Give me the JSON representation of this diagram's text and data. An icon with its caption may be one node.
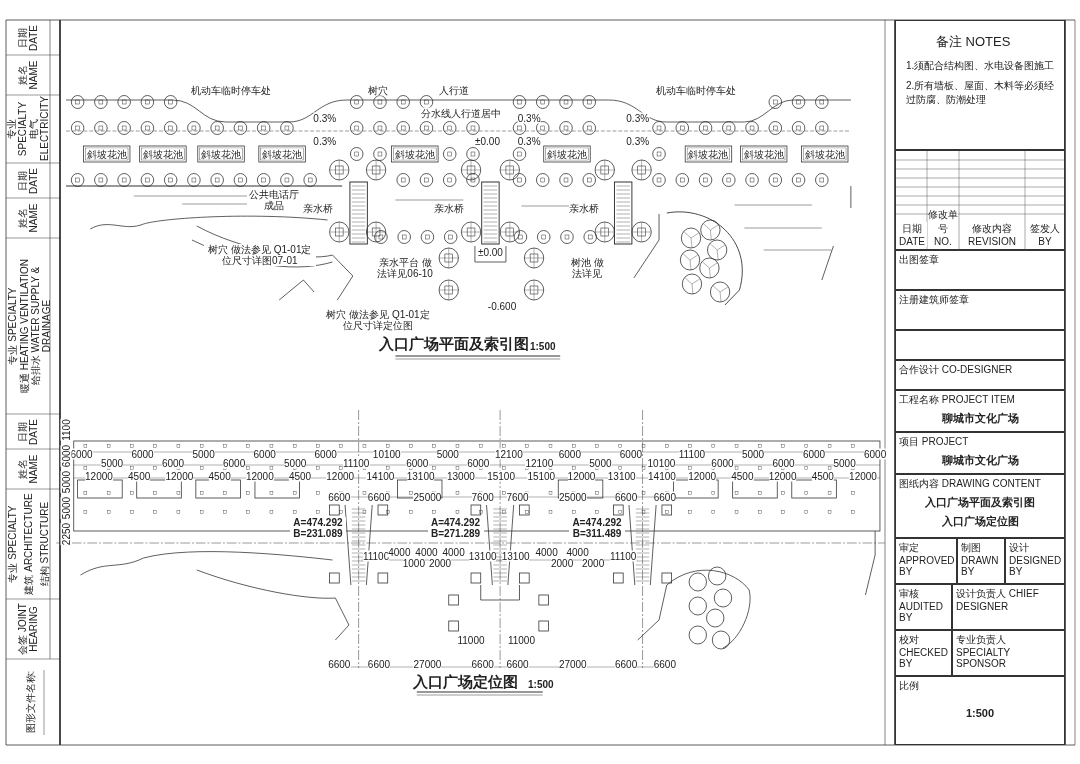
{
  "diagram": {
    "nodes": [
      {
        "text": [
          "备注 NOTES",
          "1.须配合结构图、水电设备图施工",
          "2.所有墙板、屋面、木料等必须经过防腐、防潮处理"
        ]
      },
      {
        "text": [
          "日期 DATE",
          "修改单号 NO.",
          "修改内容 REVISION",
          "签发人 BY"
        ]
      },
      {
        "text": [
          "出图签章"
        ]
      },
      {
        "text": [
          "注册建筑师签章"
        ]
      },
      {
        "text": [],
        "shape": "box"
      },
      {
        "text": [
          "合作设计 CO-DESIGNER"
        ]
      },
      {
        "text": [
          "工程名称 PROJECT ITEM",
          "聊城市文化广场"
        ]
      },
      {
        "text": [
          "项目 PROJECT",
          "聊城市文化广场"
        ]
      },
      {
        "text": [
          "图纸内容 DRAWING CONTENT",
          "入口广场平面及索引图",
          "入口广场定位图"
        ]
      },
      {
        "text": [
          "审定 APPROVED BY"
        ]
      },
      {
        "text": [
          "制图 DRAWN BY"
        ]
      },
      {
        "text": [
          "设计 DESIGNED BY"
        ]
      },
      {
        "text": [
          "审核 AUDITED BY"
        ]
      },
      {
        "text": [
          "设计负责人 CHIEF DESIGNER"
        ]
      },
      {
        "text": [
          "校对 CHECKED BY"
        ]
      },
      {
        "text": [
          "专业负责人 SPECIALTY SPONSOR"
        ]
      },
      {
        "text": [
          "比例",
          "1:500"
        ]
      }
    ],
    "labels": [
      "日期 DATE",
      "姓名 NAME",
      "专业 SPECIALTY",
      "电气 ELECTRICITY",
      "日期 DATE",
      "姓名 NAME",
      "专业 SPECIALTY",
      "暖通 HEATING VENTILATION",
      "给排水 WATER SUPPLY & DRAINAGE",
      "日期 DATE",
      "姓名 NAME",
      "专业 SPECIALTY",
      "建筑 ARCHITECTURE",
      "结构 STRUCTURE",
      "会签 JOINT HEARING",
      "图形文件名称:",
      "机动车临时停车处",
      "树穴",
      "人行道",
      "分水线人行道居中",
      "机动车临时停车处",
      "0.3%",
      "0.3%",
      "0.3%",
      "0.3%",
      "0.3%",
      "0.3%",
      "斜坡花池",
      "斜坡花池",
      "斜坡花池",
      "斜坡花池",
      "斜坡花池",
      "斜坡花池",
      "斜坡花池",
      "斜坡花池",
      "斜坡花池",
      "±0.00",
      "公共电话厅成品",
      "亲水桥",
      "亲水桥",
      "亲水桥",
      "树穴 做法参见 Q1-01定位尺寸详图07-01",
      "亲水平台 做法详见06-10",
      "±0.00",
      "树池 做法详见",
      "树穴 做法参见 Q1-01定位尺寸详定位图",
      "-0.600",
      "入口广场平面及索引图",
      "1:500",
      "6000",
      "5000",
      "6000",
      "6000",
      "5000",
      "6000",
      "6000",
      "5000",
      "6000",
      "11100",
      "10100",
      "6000",
      "5000",
      "6000",
      "12100",
      "12100",
      "6000",
      "5000",
      "6000",
      "10100",
      "11100",
      "6000",
      "5000",
      "6000",
      "6000",
      "5000",
      "6000",
      "12000",
      "4500",
      "12000",
      "4500",
      "12000",
      "4500",
      "12000",
      "14100",
      "13100",
      "13000",
      "15100",
      "15100",
      "12000",
      "13100",
      "14100",
      "12000",
      "4500",
      "12000",
      "4500",
      "12000",
      "6600",
      "6600",
      "25000",
      "7600",
      "7600",
      "25000",
      "6600",
      "6600",
      "A=474.292 B=231.089",
      "A=474.292 B=271.289",
      "A=474.292 B=311.489",
      "11100",
      "4000",
      "1000",
      "4000",
      "2000",
      "4000",
      "13100",
      "13100",
      "4000",
      "2000",
      "4000",
      "2000",
      "11100",
      "11000",
      "11000",
      "6600",
      "6600",
      "27000",
      "6600",
      "6600",
      "27000",
      "6600",
      "6600",
      "1100",
      "6000",
      "5000",
      "5000",
      "2250",
      "入口广场定位图",
      "1:500"
    ]
  }
}
